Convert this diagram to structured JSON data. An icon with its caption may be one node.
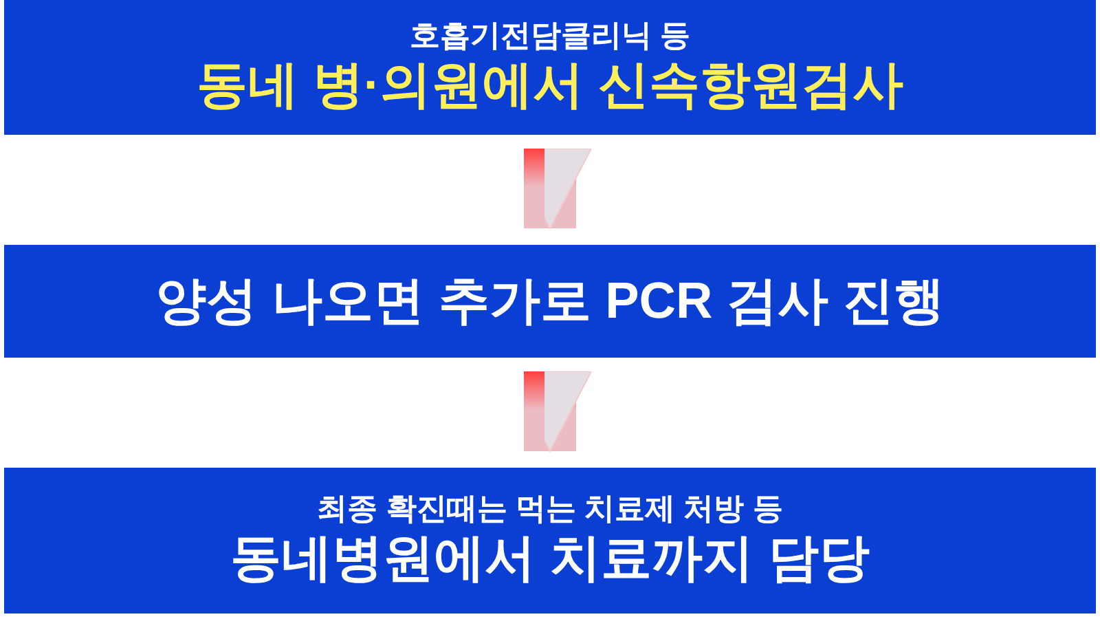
{
  "diagram": {
    "nodes": [
      {
        "text": [
          "호흡기전담클리닉 등",
          "동네 병·의원에서 신속항원검사"
        ]
      },
      {
        "text": [
          "양성 나오면 추가로 PCR 검사 진행"
        ]
      },
      {
        "text": [
          "최종 확진때는 먹는 치료제 처방 등",
          "동네병원에서 치료까지 담당"
        ]
      }
    ],
    "edges": [
      {
        "from": 0,
        "to": 1,
        "arrow": "to"
      },
      {
        "from": 1,
        "to": 2,
        "arrow": "to"
      }
    ]
  }
}
